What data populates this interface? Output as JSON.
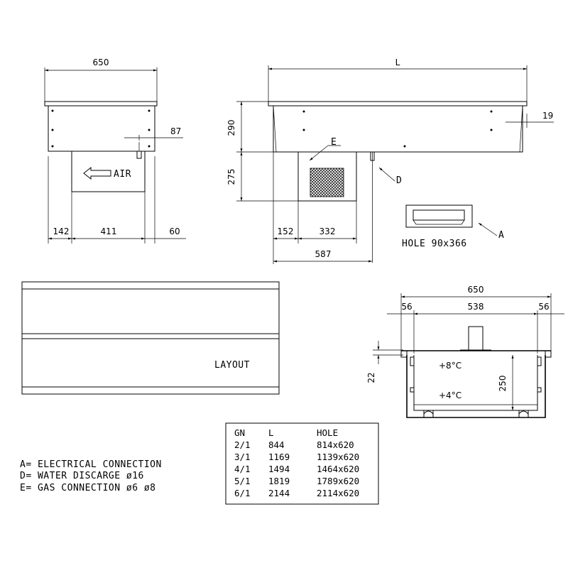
{
  "front_view": {
    "width_label": "650",
    "height_label": "87",
    "air_label": "AIR",
    "bottom_left": "142",
    "bottom_mid": "411",
    "bottom_right": "60"
  },
  "side_view": {
    "length_label": "L",
    "right_offset": "19",
    "height_top": "290",
    "height_bottom": "275",
    "label_e": "E",
    "label_d": "D",
    "bottom_left": "152",
    "bottom_mid": "332",
    "bottom_total": "587"
  },
  "hole": {
    "caption": "HOLE 90x366",
    "label_a": "A"
  },
  "layout_label": "LAYOUT",
  "section_view": {
    "width_total": "650",
    "left": "56",
    "mid": "538",
    "right": "56",
    "rim": "22",
    "depth": "250",
    "temp_high": "+8°C",
    "temp_low": "+4°C"
  },
  "legend": [
    "A= ELECTRICAL CONNECTION",
    "D= WATER DISCARGE ø16",
    "E= GAS CONNECTION ø6 ø8"
  ],
  "table": {
    "headers": [
      "GN",
      "L",
      "HOLE"
    ],
    "rows": [
      [
        "2/1",
        "844",
        "814x620"
      ],
      [
        "3/1",
        "1169",
        "1139x620"
      ],
      [
        "4/1",
        "1494",
        "1464x620"
      ],
      [
        "5/1",
        "1819",
        "1789x620"
      ],
      [
        "6/1",
        "2144",
        "2114x620"
      ]
    ]
  }
}
